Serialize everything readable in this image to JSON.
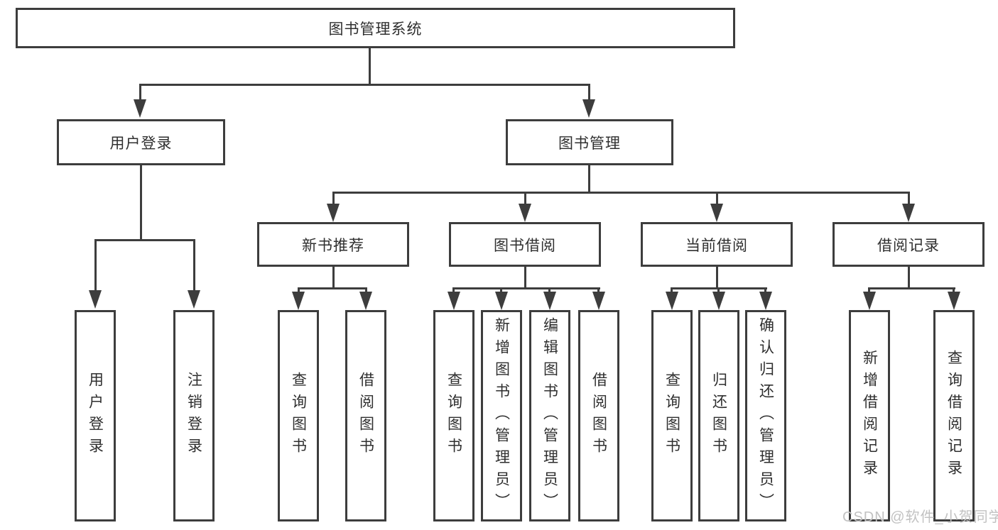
{
  "diagram": {
    "type": "hierarchy-tree",
    "colors": {
      "line": "#3d3d3d",
      "text": "#2f2f2f",
      "background": "#ffffff",
      "watermark": "#c2c2c2"
    },
    "nodes": {
      "root": "图书管理系统",
      "login": "用户登录",
      "management": "图书管理",
      "new_books": "新书推荐",
      "book_borrow": "图书借阅",
      "current_borrow": "当前借阅",
      "borrow_records": "借阅记录",
      "user_login": "用户登录",
      "logout": "注销登录",
      "nb_query": "查询图书",
      "nb_borrow": "借阅图书",
      "bb_query": "查询图书",
      "bb_add": "新增图书（管理员）",
      "bb_edit": "编辑图书（管理员）",
      "bb_borrow": "借阅图书",
      "cb_query": "查询图书",
      "cb_return": "归还图书",
      "cb_confirm": "确认归还（管理员）",
      "br_add": "新增借阅记录",
      "br_query": "查询借阅记录"
    },
    "watermark": "CSDN @软件_小贺同学"
  }
}
